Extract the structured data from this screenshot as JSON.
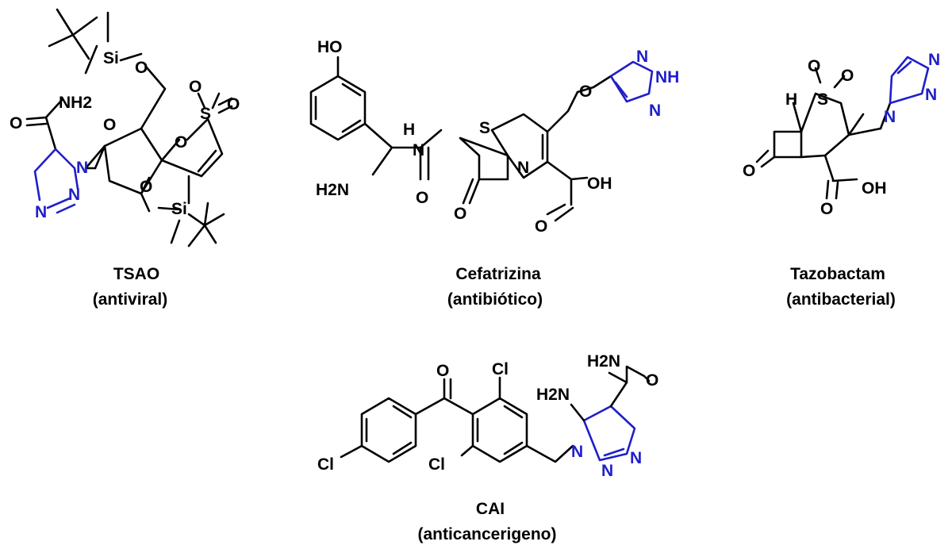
{
  "colors": {
    "bond": "#000000",
    "triazole": "#1f1fc8",
    "background": "#ffffff"
  },
  "molecules": [
    {
      "id": "tsao",
      "name": "TSAO",
      "activity": "(antiviral)",
      "atoms": {
        "si_top": "Si",
        "o_top": "O",
        "nh2": "NH2",
        "o_amide": "O",
        "n_tri1": "N",
        "n_tri2": "N",
        "n_tri3": "N",
        "o_ring": "O",
        "o_spiro": "O",
        "s": "S",
        "o_s1": "O",
        "o_s2": "O",
        "o_bot": "O",
        "si_bot": "Si"
      }
    },
    {
      "id": "cefatrizina",
      "name": "Cefatrizina",
      "activity": "(antibiótico)",
      "atoms": {
        "ho": "HO",
        "h2n": "H2N",
        "nh_h": "H",
        "nh_n": "N",
        "o_amide": "O",
        "s": "S",
        "n_ring": "N",
        "o_lactam": "O",
        "cooh_o": "O",
        "cooh_oh": "OH",
        "o_ether": "O",
        "n_t1": "N",
        "nh_t": "NH",
        "n_t3": "N"
      }
    },
    {
      "id": "tazobactam",
      "name": "Tazobactam",
      "activity": "(antibacterial)",
      "atoms": {
        "h": "H",
        "s": "S",
        "o_s1": "O",
        "o_s2": "O",
        "o_keto": "O",
        "cooh_o": "O",
        "cooh_oh": "OH",
        "n_t1": "N",
        "n_t2": "N",
        "n_t3": "N"
      }
    },
    {
      "id": "cai",
      "name": "CAI",
      "activity": "(anticancerigeno)",
      "atoms": {
        "o_keto": "O",
        "cl_top": "Cl",
        "cl_mid": "Cl",
        "cl_left": "Cl",
        "h2n_top": "H2N",
        "o_amide": "O",
        "h2n": "H2N",
        "n_r1": "N",
        "n_r2": "N",
        "n_r3": "N"
      }
    }
  ]
}
